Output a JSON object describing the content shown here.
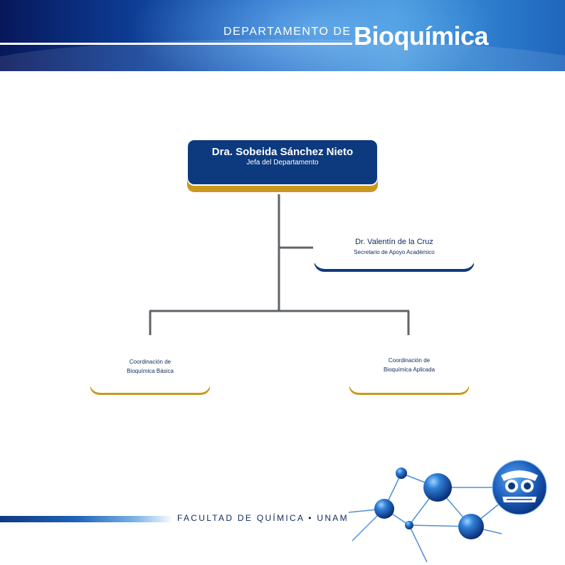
{
  "header": {
    "dept_prefix": "DEPARTAMENTO DE",
    "dept_name": "Bioquímica"
  },
  "org": {
    "head": {
      "name": "Dra. Sobeida Sánchez Nieto",
      "role": "Jefa del Departamento"
    },
    "secretary": {
      "name": "Dr. Valentín de la Cruz",
      "role": "Secretario de Apoyo Académico"
    },
    "coordinations": [
      {
        "line1": "Coordinación de",
        "line2": "Bioquímica Básica"
      },
      {
        "line1": "Coordinación de",
        "line2": "Bioquímica Aplicada"
      }
    ]
  },
  "footer": {
    "institution": "FACULTAD DE QUÍMICA • UNAM"
  },
  "colors": {
    "navy": "#0d3a7e",
    "gold": "#c9981e",
    "connector": "#5f6368",
    "text_dark": "#0d2a5e"
  },
  "icons": [
    "molecule-graphic",
    "unam-owl-logo"
  ]
}
